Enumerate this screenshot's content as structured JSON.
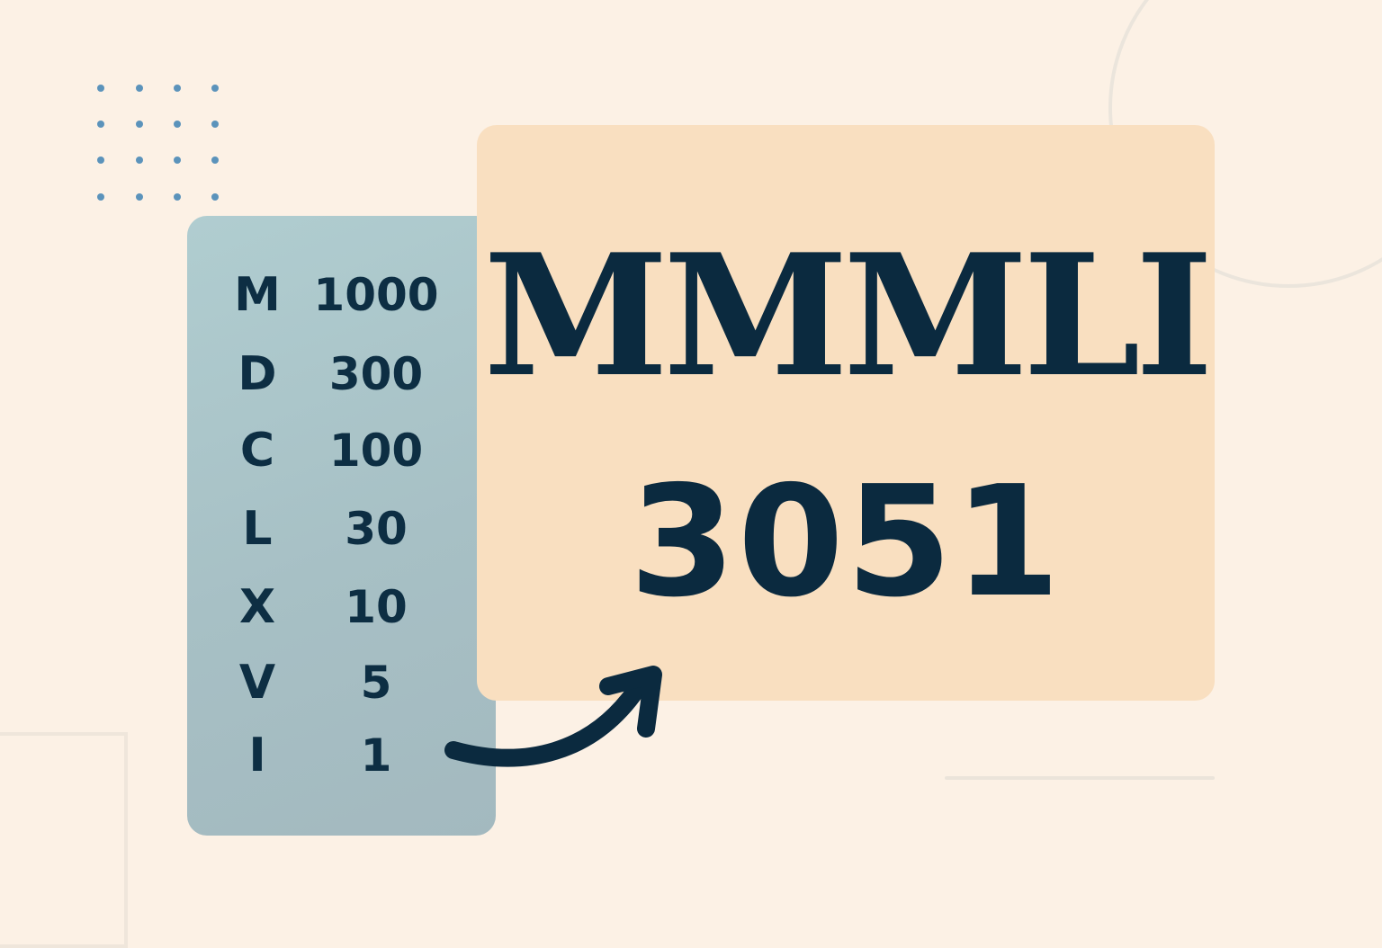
{
  "legend": {
    "rows": [
      {
        "symbol": "M",
        "value": "1000"
      },
      {
        "symbol": "D",
        "value": "300"
      },
      {
        "symbol": "C",
        "value": "100"
      },
      {
        "symbol": "L",
        "value": "30"
      },
      {
        "symbol": "X",
        "value": "10"
      },
      {
        "symbol": "V",
        "value": "5"
      },
      {
        "symbol": "I",
        "value": "1"
      }
    ]
  },
  "result": {
    "roman": "MMMLI",
    "arabic": "3051"
  },
  "colors": {
    "background": "#fcf1e5",
    "legend_card": "#a9c3c7",
    "result_card": "#f9dfc0",
    "text": "#0b2a3f",
    "dots": "#5b93bb"
  },
  "decorations": {
    "dot_grid": {
      "rows": 4,
      "cols": 4
    }
  }
}
